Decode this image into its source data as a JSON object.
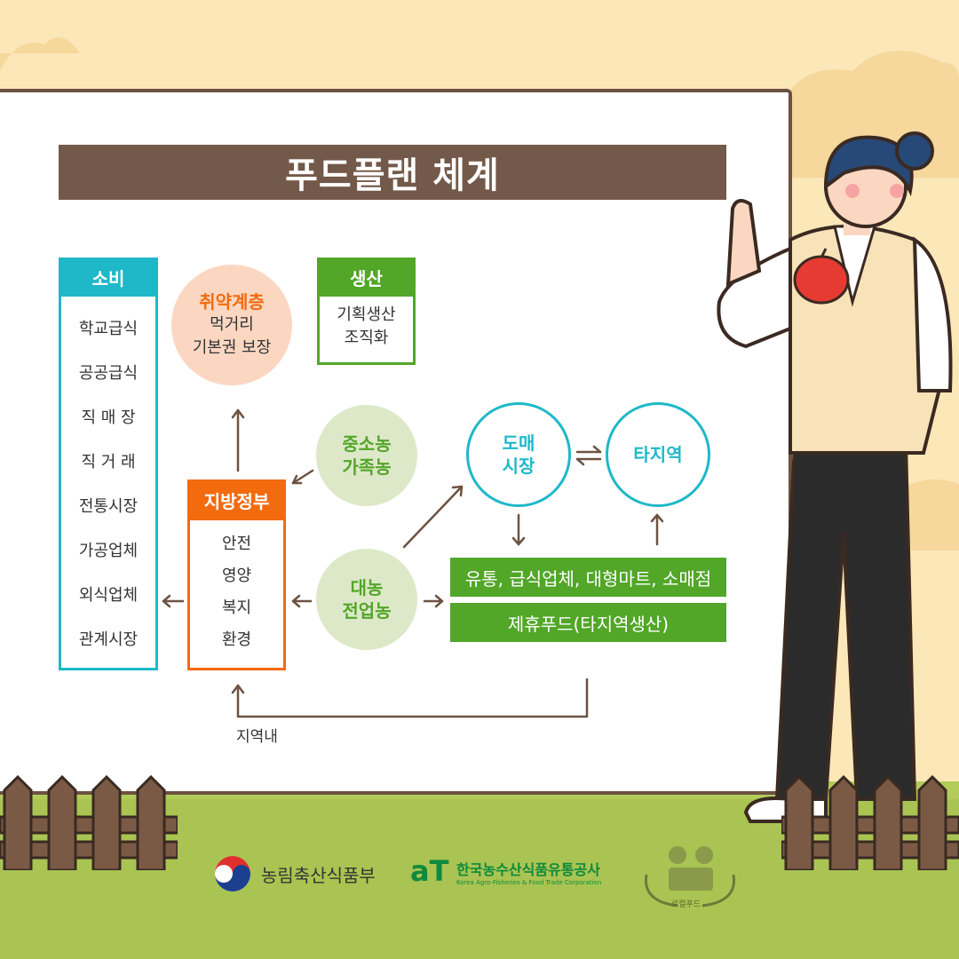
{
  "title": "푸드플랜 체계",
  "consumption": {
    "head": "소비",
    "items": [
      "학교급식",
      "공공급식",
      "직 매 장",
      "직 거 래",
      "전통시장",
      "가공업체",
      "외식업체",
      "관계시장"
    ]
  },
  "vulnerable": {
    "title": "취약계층",
    "line1": "먹거리",
    "line2": "기본권 보장"
  },
  "production": {
    "head": "생산",
    "line1": "기획생산",
    "line2": "조직화"
  },
  "local_gov": {
    "head": "지방정부",
    "items": [
      "안전",
      "영양",
      "복지",
      "환경"
    ]
  },
  "small_farm": {
    "line1": "중소농",
    "line2": "가족농"
  },
  "large_farm": {
    "line1": "대농",
    "line2": "전업농"
  },
  "wholesale": {
    "line1": "도매",
    "line2": "시장"
  },
  "other_region": {
    "label": "타지역"
  },
  "distribution_bar": "유통, 급식업체, 대형마트, 소매점",
  "partner_bar": "제휴푸드(타지역생산)",
  "local_label": "지역내",
  "logos": {
    "ministry": "농림축산식품부",
    "at_mark": "aT",
    "at_name": "한국농수산식품유통공사",
    "at_english": "Korea Agro-Fisheries & Food Trade Corporation",
    "localfood": "로컬푸드"
  },
  "colors": {
    "brown": "#735949",
    "cyan": "#1fb8c9",
    "orange": "#f26b0f",
    "green": "#52a628",
    "peach": "#fbd7c2",
    "sage": "#dde8c9"
  }
}
